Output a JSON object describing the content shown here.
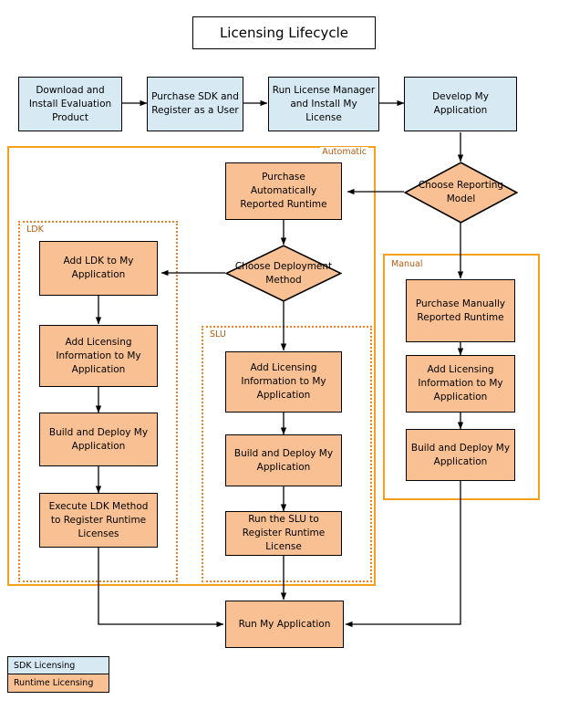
{
  "title": "Licensing Lifecycle",
  "top_flow": [
    {
      "id": "download",
      "label": "Download and Install Evaluation Product",
      "type": "sdk"
    },
    {
      "id": "purchase_sdk",
      "label": "Purchase SDK and Register as a User",
      "type": "sdk"
    },
    {
      "id": "run_license_manager",
      "label": "Run License Manager and Install My License",
      "type": "sdk"
    },
    {
      "id": "develop",
      "label": "Develop My Application",
      "type": "sdk"
    }
  ],
  "decisions": [
    {
      "id": "choose_reporting",
      "label": "Choose Reporting Model"
    },
    {
      "id": "choose_deployment",
      "label": "Choose Deployment Method"
    }
  ],
  "groups": [
    {
      "id": "automatic",
      "label": "Automatic",
      "style": "solid"
    },
    {
      "id": "ldk",
      "label": "LDK",
      "style": "dotted"
    },
    {
      "id": "slu",
      "label": "SLU",
      "style": "dotted"
    },
    {
      "id": "manual",
      "label": "Manual",
      "style": "solid"
    }
  ],
  "automatic_nodes": [
    {
      "id": "purchase_auto",
      "label": "Purchase Automatically Reported Runtime",
      "type": "runtime"
    }
  ],
  "ldk_nodes": [
    {
      "id": "ldk_add",
      "label": "Add LDK to My Application",
      "type": "runtime"
    },
    {
      "id": "ldk_licinfo",
      "label": "Add Licensing Information to My Application",
      "type": "runtime"
    },
    {
      "id": "ldk_build",
      "label": "Build and Deploy My Application",
      "type": "runtime"
    },
    {
      "id": "ldk_execute",
      "label": "Execute LDK Method to Register Runtime Licenses",
      "type": "runtime"
    }
  ],
  "slu_nodes": [
    {
      "id": "slu_licinfo",
      "label": "Add Licensing Information to My Application",
      "type": "runtime"
    },
    {
      "id": "slu_build",
      "label": "Build and Deploy My Application",
      "type": "runtime"
    },
    {
      "id": "slu_run",
      "label": "Run the SLU to Register Runtime License",
      "type": "runtime"
    }
  ],
  "manual_nodes": [
    {
      "id": "manual_purchase",
      "label": "Purchase Manually Reported Runtime",
      "type": "runtime"
    },
    {
      "id": "manual_licinfo",
      "label": "Add Licensing Information to My Application",
      "type": "runtime"
    },
    {
      "id": "manual_build",
      "label": "Build and Deploy My Application",
      "type": "runtime"
    }
  ],
  "final_node": {
    "id": "run_app",
    "label": "Run My Application",
    "type": "runtime"
  },
  "legend": [
    {
      "id": "sdk",
      "label": "SDK Licensing",
      "color": "#d7eaf3"
    },
    {
      "id": "runtime",
      "label": "Runtime Licensing",
      "color": "#f9c193"
    }
  ],
  "colors": {
    "sdk_fill": "#d7eaf3",
    "runtime_fill": "#f9c193",
    "group_solid": "#f6a01a",
    "group_dotted": "#ef7f20",
    "group_label_text": "#b15c10",
    "node_stroke": "#000000",
    "edge_stroke": "#000000",
    "page_background": "#ffffff"
  }
}
